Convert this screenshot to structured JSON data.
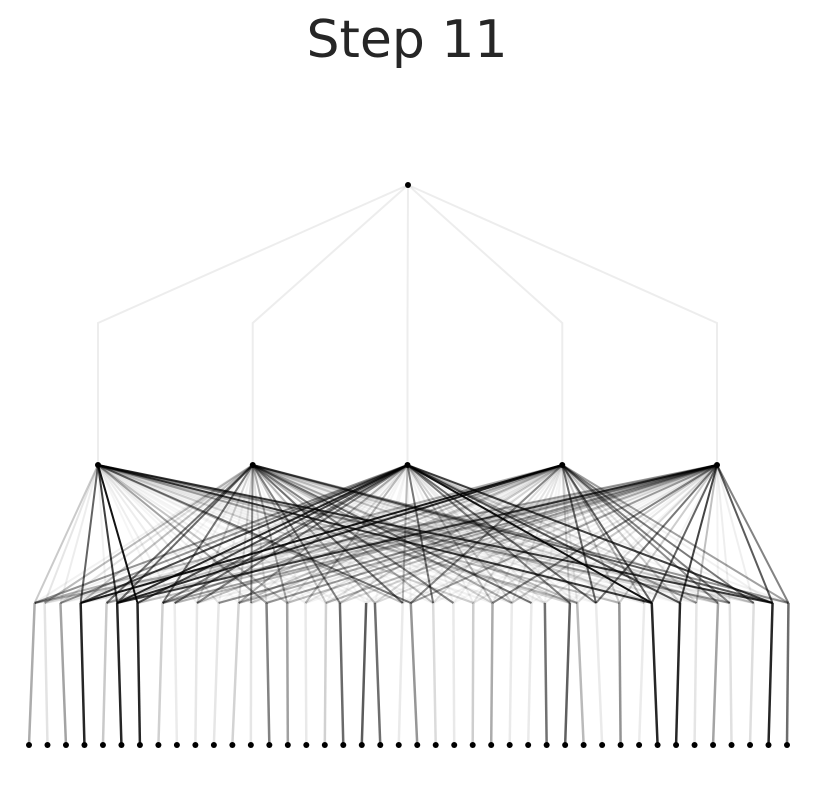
{
  "title": "Step 11",
  "tree": {
    "layers": [
      1,
      5,
      42
    ],
    "fan_in_per_bottom_node": 5,
    "fan_out_per_bottom_node": 1,
    "edge_color": "#000000",
    "node_color": "#000000",
    "edge_opacity_seed": 11
  }
}
